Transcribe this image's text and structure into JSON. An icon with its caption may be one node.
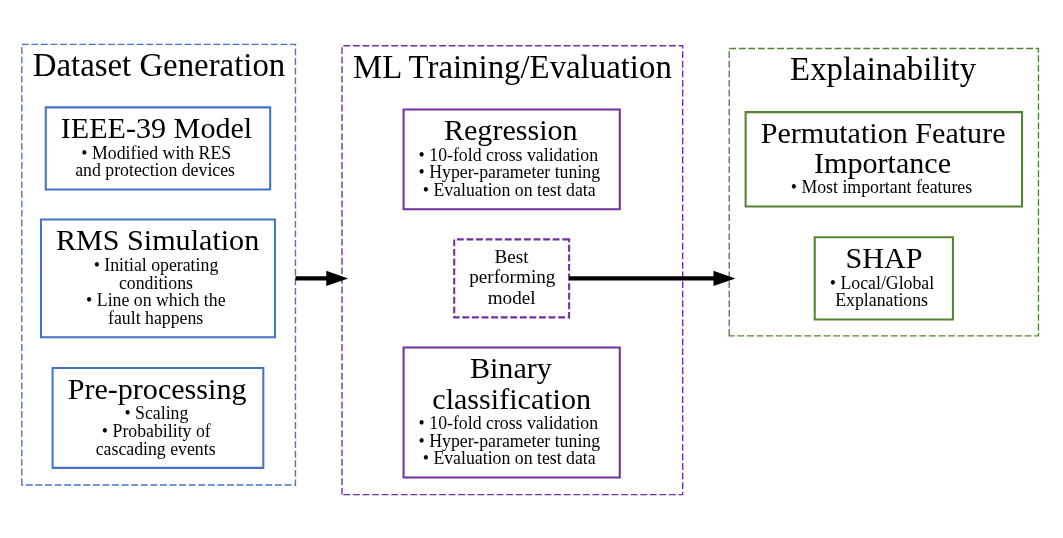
{
  "diagram": {
    "nodes": [
      {
        "text": [
          "Dataset Generation"
        ]
      },
      {
        "text": [
          "IEEE-39 Model",
          "• Modified with RES and protection devices"
        ],
        "in": 0
      },
      {
        "text": [
          "RMS Simulation",
          "• Initial operating conditions",
          "• Line on which the fault happens"
        ],
        "in": 0
      },
      {
        "text": [
          "Pre-processing",
          "• Scaling",
          "• Probability of cascading events"
        ],
        "in": 0
      },
      {
        "text": [
          "ML Training/Evaluation"
        ]
      },
      {
        "text": [
          "Regression",
          "• 10-fold cross validation",
          "• Hyper-parameter tuning",
          "• Evaluation on test data"
        ],
        "in": 4
      },
      {
        "text": [
          "Best performing model"
        ],
        "in": 4
      },
      {
        "text": [
          "Binary classification",
          "• 10-fold cross validation",
          "• Hyper-parameter tuning",
          "• Evaluation on test data"
        ],
        "in": 4
      },
      {
        "text": [
          "Explainability"
        ]
      },
      {
        "text": [
          "Permutation Feature Importance",
          "• Most important features"
        ],
        "in": 8
      },
      {
        "text": [
          "SHAP",
          "• Local/Global Explanations"
        ],
        "in": 8
      }
    ],
    "edges": [
      {
        "from": 0,
        "to": 4,
        "arrow": "to"
      },
      {
        "from": 6,
        "to": 8,
        "arrow": "to"
      }
    ]
  }
}
